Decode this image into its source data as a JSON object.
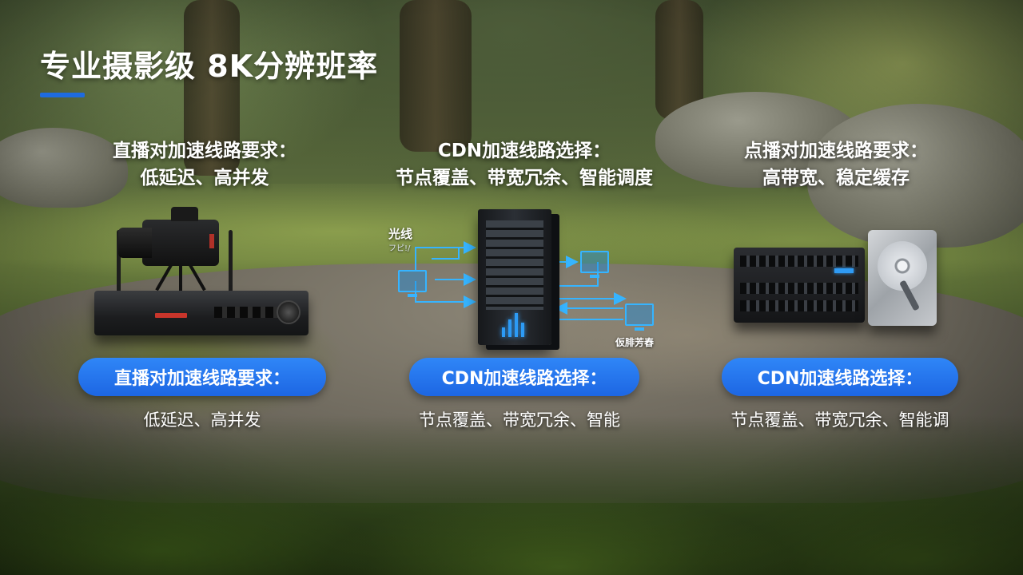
{
  "slide": {
    "title": "专业摄影级  8K分辨班率",
    "accent_color": "#1e6be0"
  },
  "sections": [
    {
      "requirement_title": "直播对加速线路要求：",
      "requirement_detail": "低延迟、高并发",
      "pill_label": "直播对加速线路要求：",
      "description": "低延迟、高并发",
      "device_icon": "encoder-camera-icon"
    },
    {
      "requirement_title": "CDN加速线路选择：",
      "requirement_detail": "节点覆盖、带宽冗余、智能调度",
      "pill_label": "CDN加速线路选择：",
      "description": "节点覆盖、带宽冗余、智能",
      "device_icon": "cdn-server-icon"
    },
    {
      "requirement_title": "点播对加速线路要求：",
      "requirement_detail": "高带宽、稳定缓存",
      "pill_label": "CDN加速线路选择：",
      "description": "节点覆盖、带宽冗余、智能调",
      "device_icon": "storage-hdd-icon"
    }
  ],
  "cdn_diagram": {
    "label_fiber": "光线",
    "label_fiber_sub": "フピ!/",
    "label_server": "仮腓芳舂",
    "line_color": "#36b4ff"
  },
  "colors": {
    "pill_blue": "#1d66e3",
    "glow_blue": "#2d9bf5"
  }
}
